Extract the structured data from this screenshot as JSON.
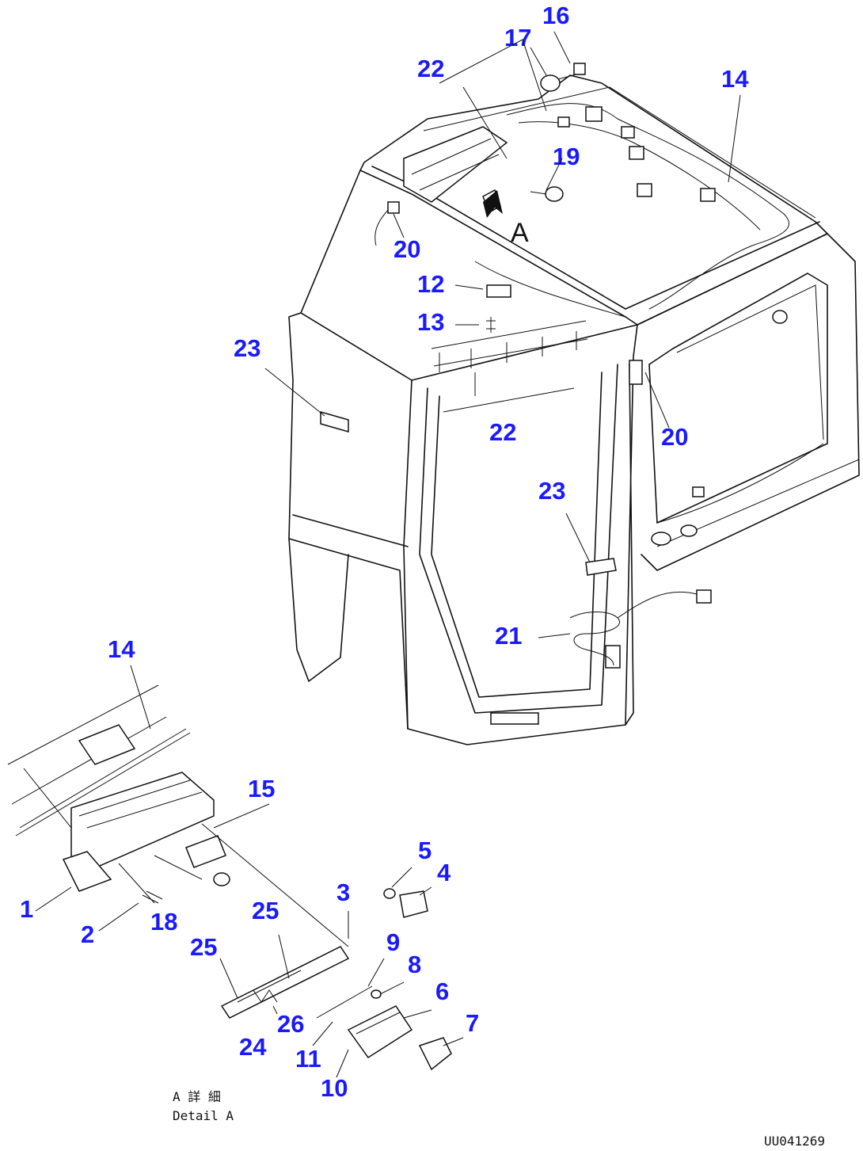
{
  "diagram": {
    "callouts": [
      "16",
      "17",
      "22",
      "14",
      "19",
      "20",
      "12",
      "13",
      "23",
      "22",
      "20",
      "23",
      "21",
      "14",
      "15",
      "1",
      "2",
      "18",
      "5",
      "4",
      "3",
      "25",
      "9",
      "25",
      "8",
      "6",
      "26",
      "7",
      "24",
      "11",
      "10"
    ],
    "view_letter": "A",
    "detail_label_jp": "A 詳 細",
    "detail_label_en": "Detail A",
    "drawing_code": "UU041269"
  }
}
